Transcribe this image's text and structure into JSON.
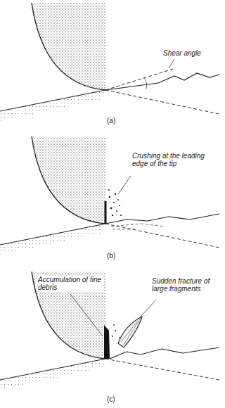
{
  "diagram": {
    "labels": [
      "Shear angle",
      "(a)",
      "Crushing at the leading edge of the tip",
      "(b)",
      "Accumulation of fine debris",
      "Sudden fracture of large fragments",
      "(c)"
    ]
  }
}
